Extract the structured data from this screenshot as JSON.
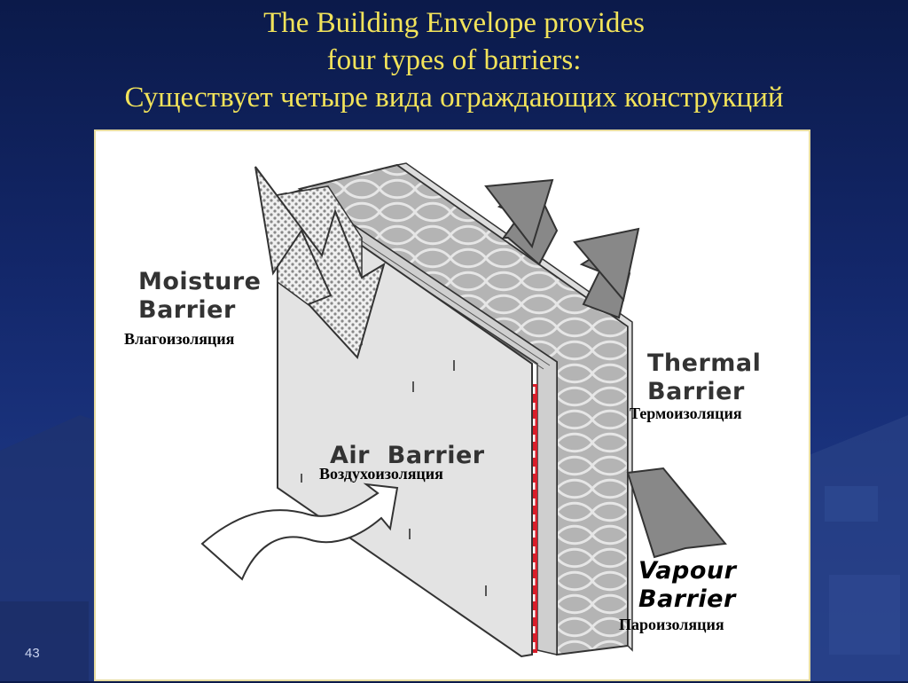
{
  "title": {
    "line1": "The Building Envelope provides",
    "line2": "four types of barriers:",
    "line3": "Существует четыре вида ограждающих конструкций"
  },
  "labels": {
    "moisture_en": "Moisture\nBarrier",
    "moisture_ru": "Влагоизоляция",
    "thermal_en": "Thermal\nBarrier",
    "thermal_ru": "Термоизоляция",
    "air_en": "Air  Barrier",
    "air_ru": "Воздухоизоляция",
    "vapour_en": "Vapour\nBarrier",
    "vapour_ru": "Пароизоляция"
  },
  "slide_number": "43",
  "colors": {
    "title": "#f2e35a",
    "background": "#13276a",
    "vapour_barrier": "#d91e2a"
  }
}
